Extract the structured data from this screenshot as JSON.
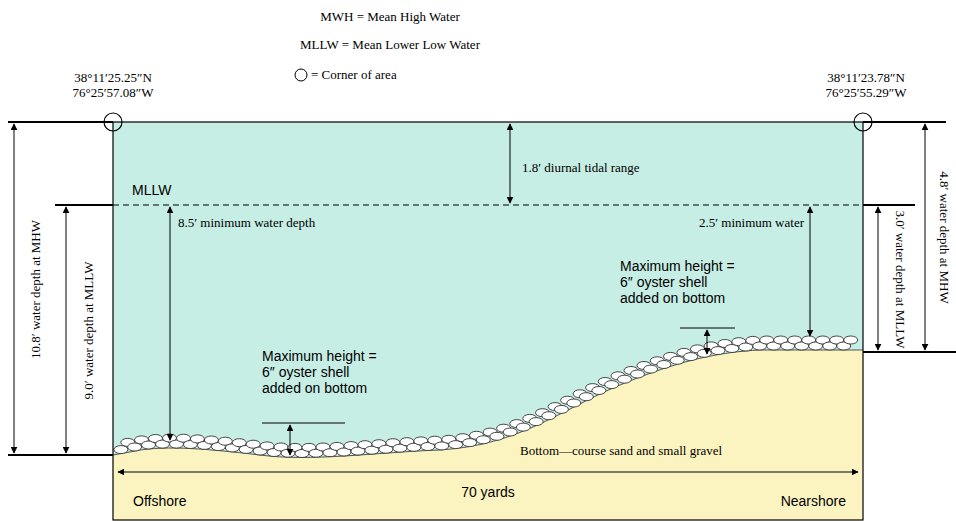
{
  "diagram": {
    "labels": [
      "MWH = Mean High Water",
      "MLLW = Mean Lower Low Water",
      "= Corner of area",
      "38°11′25.25″N 76°25′57.08″W",
      "38°11′23.78″N 76°25′55.29″W",
      "1.8′ diurnal tidal range",
      "MLLW",
      "8.5′ minimum water depth",
      "2.5′ minimum water",
      "Maximum height = 6″ oyster shell added on bottom",
      "Maximum height = 6″ oyster shell added on bottom",
      "10.8′ water depth at MHW",
      "9.0′ water depth at MLLW",
      "3.0′ water depth at MLLW",
      "4.8′ water depth at MHW",
      "Bottom—course sand and small gravel",
      "70 yards",
      "Offshore",
      "Nearshore"
    ]
  }
}
